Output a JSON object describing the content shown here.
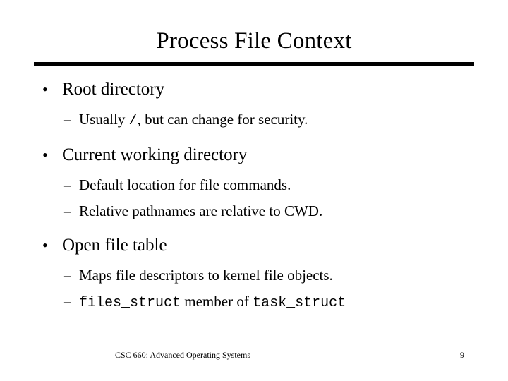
{
  "slide": {
    "title": "Process File Context",
    "bullets": [
      {
        "level1": "Root directory",
        "marker": "•",
        "sub": [
          {
            "marker": "–",
            "parts": [
              {
                "text": "Usually ",
                "style": "serif"
              },
              {
                "text": "/",
                "style": "mono"
              },
              {
                "text": ", but can change for security.",
                "style": "serif"
              }
            ]
          }
        ]
      },
      {
        "level1": "Current working directory",
        "marker": "•",
        "sub": [
          {
            "marker": "–",
            "parts": [
              {
                "text": "Default location for file commands.",
                "style": "serif"
              }
            ]
          },
          {
            "marker": "–",
            "parts": [
              {
                "text": "Relative pathnames are relative to CWD.",
                "style": "serif"
              }
            ]
          }
        ]
      },
      {
        "level1": "Open file table",
        "marker": "•",
        "sub": [
          {
            "marker": "–",
            "parts": [
              {
                "text": "Maps file descriptors to kernel file objects.",
                "style": "serif"
              }
            ]
          },
          {
            "marker": "–",
            "parts": [
              {
                "text": "files_struct",
                "style": "mono"
              },
              {
                "text": " member of ",
                "style": "serif"
              },
              {
                "text": "task_struct",
                "style": "mono"
              }
            ]
          }
        ]
      }
    ]
  },
  "footer": {
    "course": "CSC 660: Advanced Operating Systems",
    "page_number": "9"
  },
  "colors": {
    "text": "#000000",
    "background": "#ffffff",
    "rule": "#000000"
  }
}
